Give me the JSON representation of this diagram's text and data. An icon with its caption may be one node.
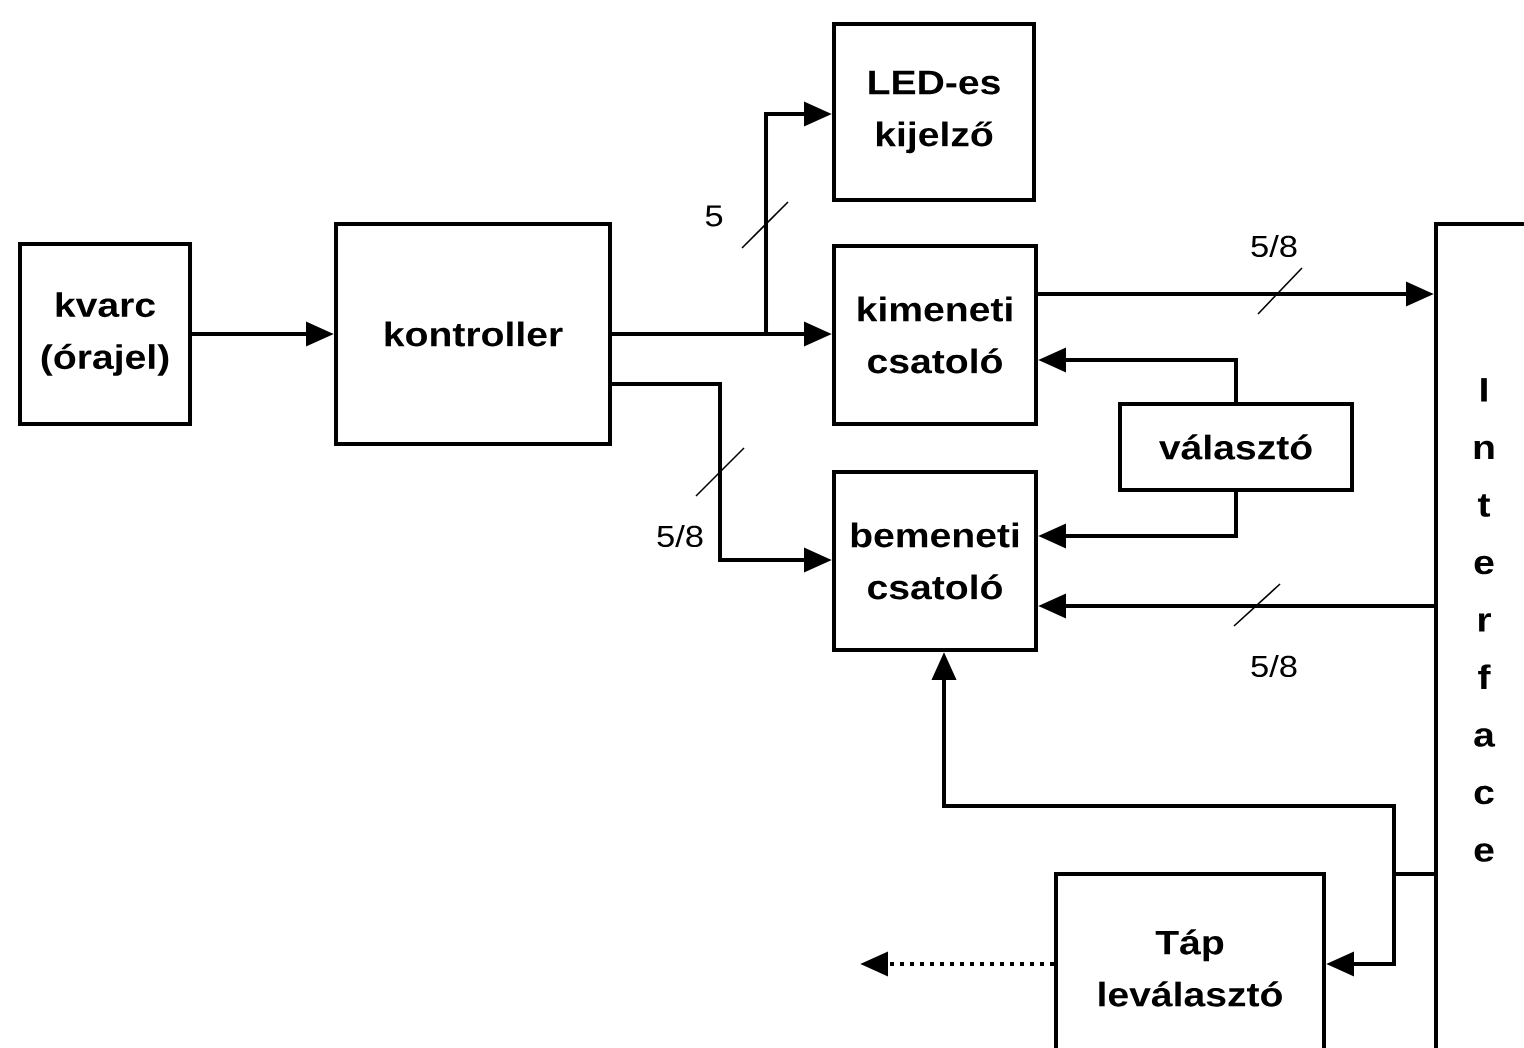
{
  "diagram": {
    "nodes": [
      {
        "text": [
          "kvarc (órajel)"
        ]
      },
      {
        "text": [
          "kontroller"
        ]
      },
      {
        "text": [
          "LED-es kijelző"
        ]
      },
      {
        "text": [
          "kimeneti csatoló"
        ]
      },
      {
        "text": [
          "választó"
        ]
      },
      {
        "text": [
          "bemeneti csatoló"
        ]
      },
      {
        "text": [
          "Interface"
        ]
      },
      {
        "text": [
          "Táp leválasztó"
        ]
      }
    ],
    "edges": [
      {
        "from": 0,
        "to": 1,
        "arrow": "to"
      },
      {
        "from": 1,
        "to": 2,
        "arrow": "to",
        "label": "5"
      },
      {
        "from": 1,
        "to": 3,
        "arrow": "to"
      },
      {
        "from": 1,
        "to": 5,
        "arrow": "to",
        "label": "5/8"
      },
      {
        "from": 3,
        "to": 6,
        "arrow": "to",
        "label": "5/8"
      },
      {
        "from": 4,
        "to": 3,
        "arrow": "to"
      },
      {
        "from": 4,
        "to": 5,
        "arrow": "to"
      },
      {
        "from": 6,
        "to": 5,
        "arrow": "to",
        "label": "5/8"
      },
      {
        "from": 6,
        "to": 5,
        "arrow": "to"
      },
      {
        "from": 6,
        "to": 7,
        "arrow": "to"
      },
      {
        "from": 7,
        "to": null,
        "arrow": "to",
        "style": "dashed"
      }
    ]
  }
}
